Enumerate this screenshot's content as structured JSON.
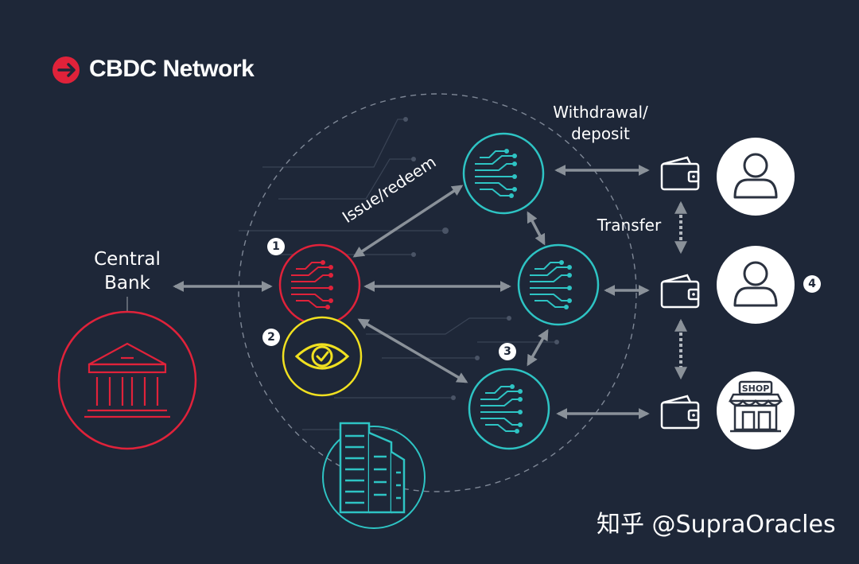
{
  "title": "CBDC Network",
  "labels": {
    "central_bank": "Central\nBank",
    "issue_redeem": "Issue/redeem",
    "withdrawal_deposit": "Withdrawal/\ndeposit",
    "transfer": "Transfer"
  },
  "markers": [
    "1",
    "2",
    "3",
    "4"
  ],
  "shop_sign": "SHOP",
  "watermark": "知乎 @SupraOracles",
  "colors": {
    "background": "#1e2738",
    "accent_red": "#e0223a",
    "teal": "#2ec4c4",
    "yellow": "#f0e020",
    "arrow_gray": "#8a9199"
  },
  "icons": [
    "arrow-right-circle-icon",
    "bank-icon",
    "node-icon",
    "eye-check-icon",
    "building-icon",
    "wallet-icon",
    "person-icon",
    "shop-icon"
  ]
}
